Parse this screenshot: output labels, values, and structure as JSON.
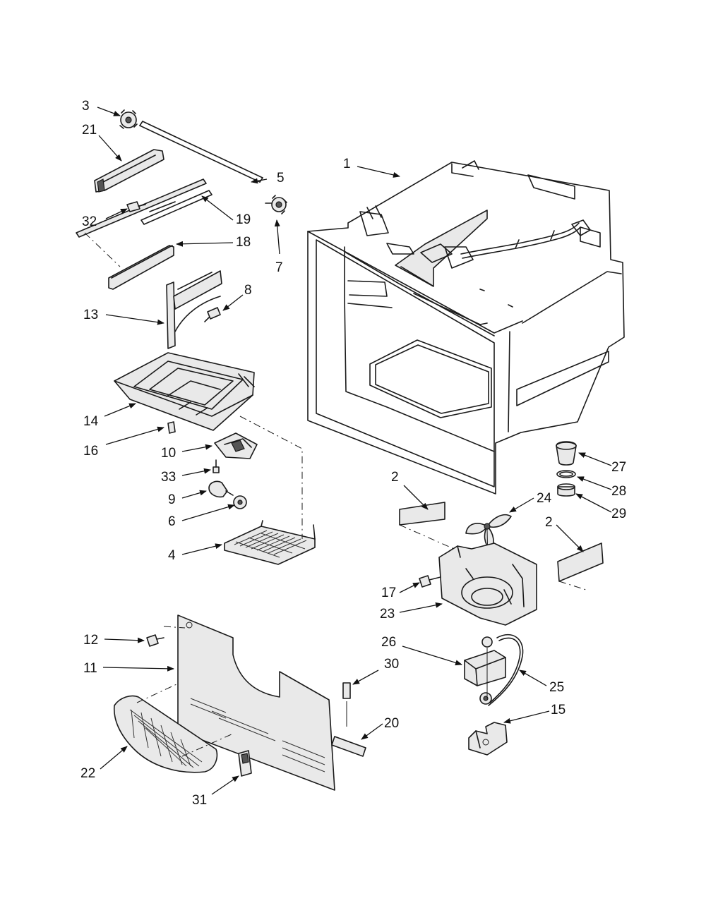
{
  "diagram": {
    "callouts": [
      "1",
      "2",
      "2",
      "3",
      "4",
      "5",
      "6",
      "7",
      "8",
      "9",
      "10",
      "11",
      "12",
      "13",
      "14",
      "15",
      "16",
      "17",
      "18",
      "19",
      "20",
      "21",
      "22",
      "23",
      "24",
      "25",
      "26",
      "27",
      "28",
      "29",
      "30",
      "31",
      "32",
      "33"
    ]
  }
}
